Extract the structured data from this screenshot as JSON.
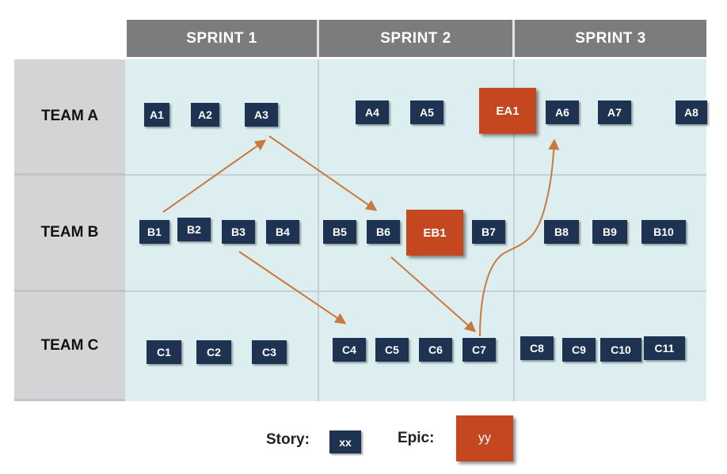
{
  "sprints": [
    "SPRINT 1",
    "SPRINT 2",
    "SPRINT 3"
  ],
  "teams": [
    "TEAM A",
    "TEAM B",
    "TEAM C"
  ],
  "stories": {
    "A1": "A1",
    "A2": "A2",
    "A3": "A3",
    "A4": "A4",
    "A5": "A5",
    "A6": "A6",
    "A7": "A7",
    "A8": "A8",
    "B1": "B1",
    "B2": "B2",
    "B3": "B3",
    "B4": "B4",
    "B5": "B5",
    "B6": "B6",
    "B7": "B7",
    "B8": "B8",
    "B9": "B9",
    "B10": "B10",
    "C1": "C1",
    "C2": "C2",
    "C3": "C3",
    "C4": "C4",
    "C5": "C5",
    "C6": "C6",
    "C7": "C7",
    "C8": "C8",
    "C9": "C9",
    "C10": "C10",
    "C11": "C11"
  },
  "epics": {
    "EA1": "EA1",
    "EB1": "EB1"
  },
  "legend": {
    "story_label": "Story:",
    "story_sample": "xx",
    "epic_label": "Epic:",
    "epic_sample": "yy"
  },
  "colors": {
    "story": "#1e3352",
    "epic": "#c4471f",
    "arrow": "#c97a3a",
    "cell": "#dceef0",
    "sprint_header": "#7b7c7e",
    "team_label": "#d4d4d6"
  }
}
